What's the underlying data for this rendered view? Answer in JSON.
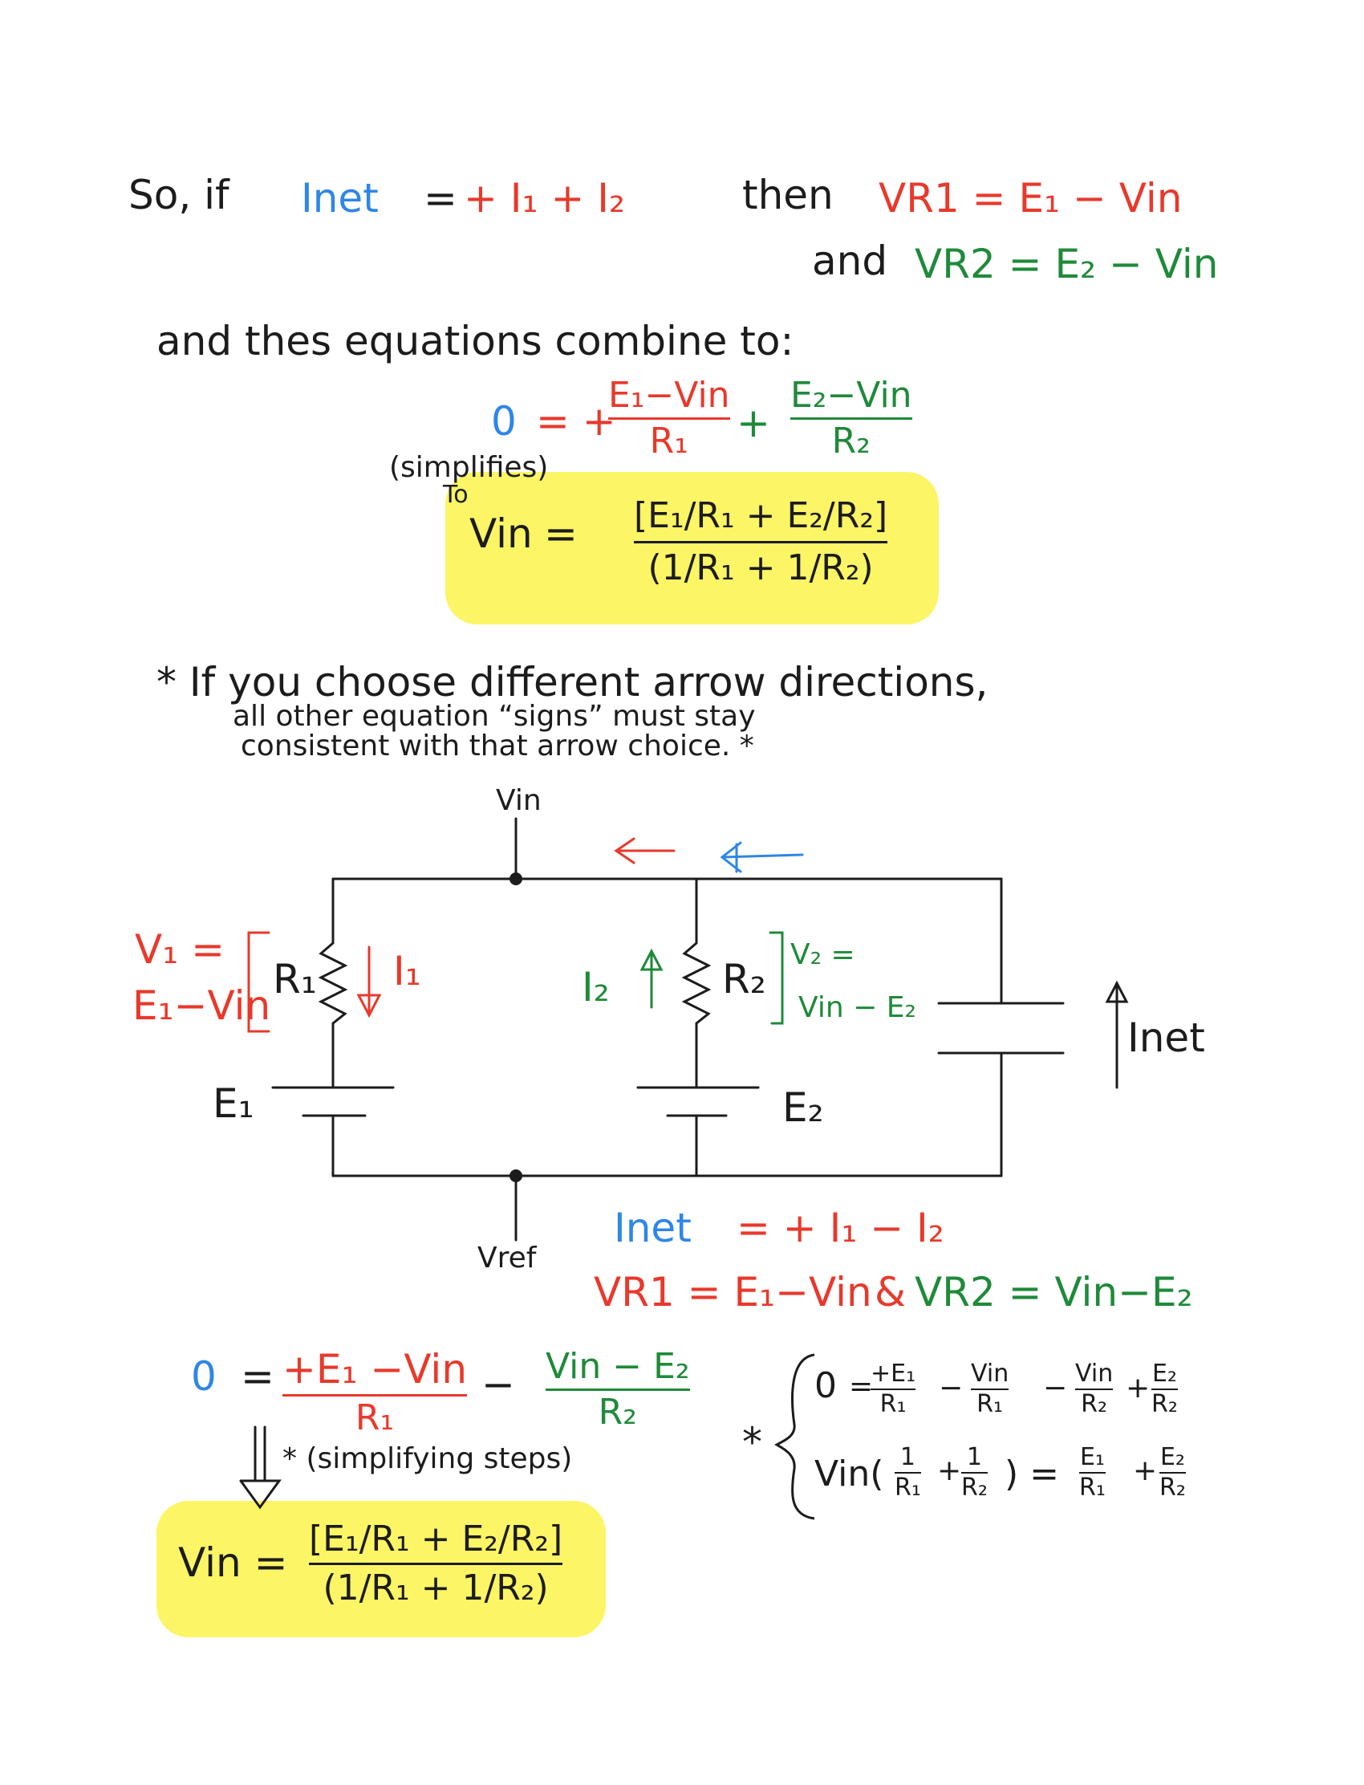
{
  "section1": {
    "so_if": "So, if",
    "inet": "Inet",
    "eq": "=",
    "rhs": "+ I₁ + I₂",
    "then": "then",
    "vr1_eq": "VR1 = E₁ − Vin",
    "and": "and",
    "vr2_eq": "VR2 = E₂ − Vin"
  },
  "combine_text": "and thes equations combine to:",
  "eq1": {
    "zero": "0",
    "eq_plus": "= +",
    "num1": "E₁−Vin",
    "den1": "R₁",
    "plus": "+",
    "num2": "E₂−Vin",
    "den2": "R₂"
  },
  "simplifies": "(simplifies)",
  "simplifies_to": "To",
  "result1": {
    "lhs": "Vin",
    "eq": "=",
    "num": "[E₁/R₁ + E₂/R₂]",
    "den": "(1/R₁ + 1/R₂)"
  },
  "note": {
    "line1": "* If you choose different arrow directions,",
    "line2": "all other equation “signs” must stay",
    "line3": "consistent with that arrow choice. *"
  },
  "circuit": {
    "vin": "Vin",
    "vref": "Vref",
    "v1_label_a": "V₁ =",
    "v1_label_b": "E₁−Vin",
    "r1": "R₁",
    "i1": "I₁",
    "e1": "E₁",
    "i2": "I₂",
    "r2": "R₂",
    "v2_label_a": "V₂ =",
    "v2_label_b": "Vin − E₂",
    "e2": "E₂",
    "inet": "Inet"
  },
  "section2": {
    "inet": "Inet",
    "eq_rhs": "= + I₁ − I₂",
    "vr1": "VR1 = E₁−Vin",
    "amp": "&",
    "vr2": "VR2 = Vin−E₂"
  },
  "eq2": {
    "zero": "0",
    "eq": "=",
    "num1": "+E₁ −Vin",
    "den1": "R₁",
    "minus": "−",
    "num2": "Vin − E₂",
    "den2": "R₂"
  },
  "simplifying": "* (simplifying steps)",
  "result2": {
    "lhs": "Vin =",
    "num": "[E₁/R₁ + E₂/R₂]",
    "den": "(1/R₁ + 1/R₂)"
  },
  "side": {
    "star": "*",
    "l1_zero": "0",
    "l1_eq": "=",
    "l1_t1n": "+E₁",
    "l1_t1d": "R₁",
    "l1_m1": "−",
    "l1_t2n": "Vin",
    "l1_t2d": "R₁",
    "l1_m2": "−",
    "l1_t3n": "Vin",
    "l1_t3d": "R₂",
    "l1_p": "+",
    "l1_t4n": "E₂",
    "l1_t4d": "R₂",
    "l2_vin": "Vin(",
    "l2_a_n": "1",
    "l2_a_d": "R₁",
    "l2_plus": "+",
    "l2_b_n": "1",
    "l2_b_d": "R₂",
    "l2_close": ") =",
    "l2_c_n": "E₁",
    "l2_c_d": "R₁",
    "l2_plus2": "+",
    "l2_d_n": "E₂",
    "l2_d_d": "R₂"
  },
  "colors": {
    "red": "#e8392c",
    "green": "#1f8a3a",
    "blue": "#2f86e8",
    "black": "#1c1c1c",
    "highlight": "#fbf34a"
  }
}
